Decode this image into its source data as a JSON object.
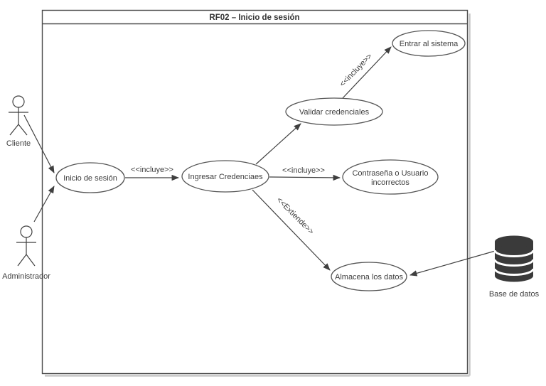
{
  "diagram": {
    "title": "RF02 – Inicio de sesión",
    "actors": [
      {
        "label": "Cliente"
      },
      {
        "label": "Administrador"
      }
    ],
    "use_cases": [
      {
        "label": "Inicio de sesión"
      },
      {
        "label": "Ingresar Credenciaes"
      },
      {
        "label": "Validar credenciales"
      },
      {
        "label": "Entrar al sistema"
      },
      {
        "line1": "Contraseña o Usuario",
        "line2": "incorrectos"
      },
      {
        "label": "Almacena los datos"
      }
    ],
    "edge_labels": {
      "incluye_1": "<<incluye>>",
      "incluye_2": "<<incluye>>",
      "incluye_3": "<<incluye>>",
      "extiende": "<<Extiende>>"
    },
    "database": {
      "label": "Base de datos"
    }
  }
}
